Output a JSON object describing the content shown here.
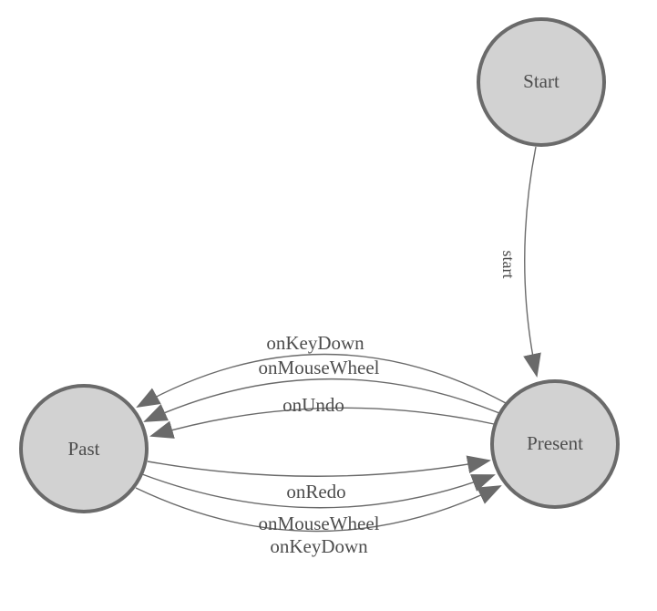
{
  "diagram": {
    "kind": "state-machine",
    "nodes": [
      {
        "id": "start",
        "label": "Start"
      },
      {
        "id": "past",
        "label": "Past"
      },
      {
        "id": "present",
        "label": "Present"
      }
    ],
    "edges": [
      {
        "from": "Start",
        "to": "Present",
        "label": "start"
      },
      {
        "from": "Present",
        "to": "Past",
        "label": "onKeyDown"
      },
      {
        "from": "Present",
        "to": "Past",
        "label": "onMouseWheel"
      },
      {
        "from": "Present",
        "to": "Past",
        "label": "onUndo"
      },
      {
        "from": "Past",
        "to": "Present",
        "label": "onRedo"
      },
      {
        "from": "Past",
        "to": "Present",
        "label": "onMouseWheel"
      },
      {
        "from": "Past",
        "to": "Present",
        "label": "onKeyDown"
      }
    ],
    "colors": {
      "background": "#ffffff",
      "node_fill": "#d2d2d2",
      "node_stroke": "#6a6a6a",
      "edge_stroke": "#6a6a6a",
      "arrowhead": "#6a6a6a",
      "label_text": "#4d4d4d"
    }
  }
}
